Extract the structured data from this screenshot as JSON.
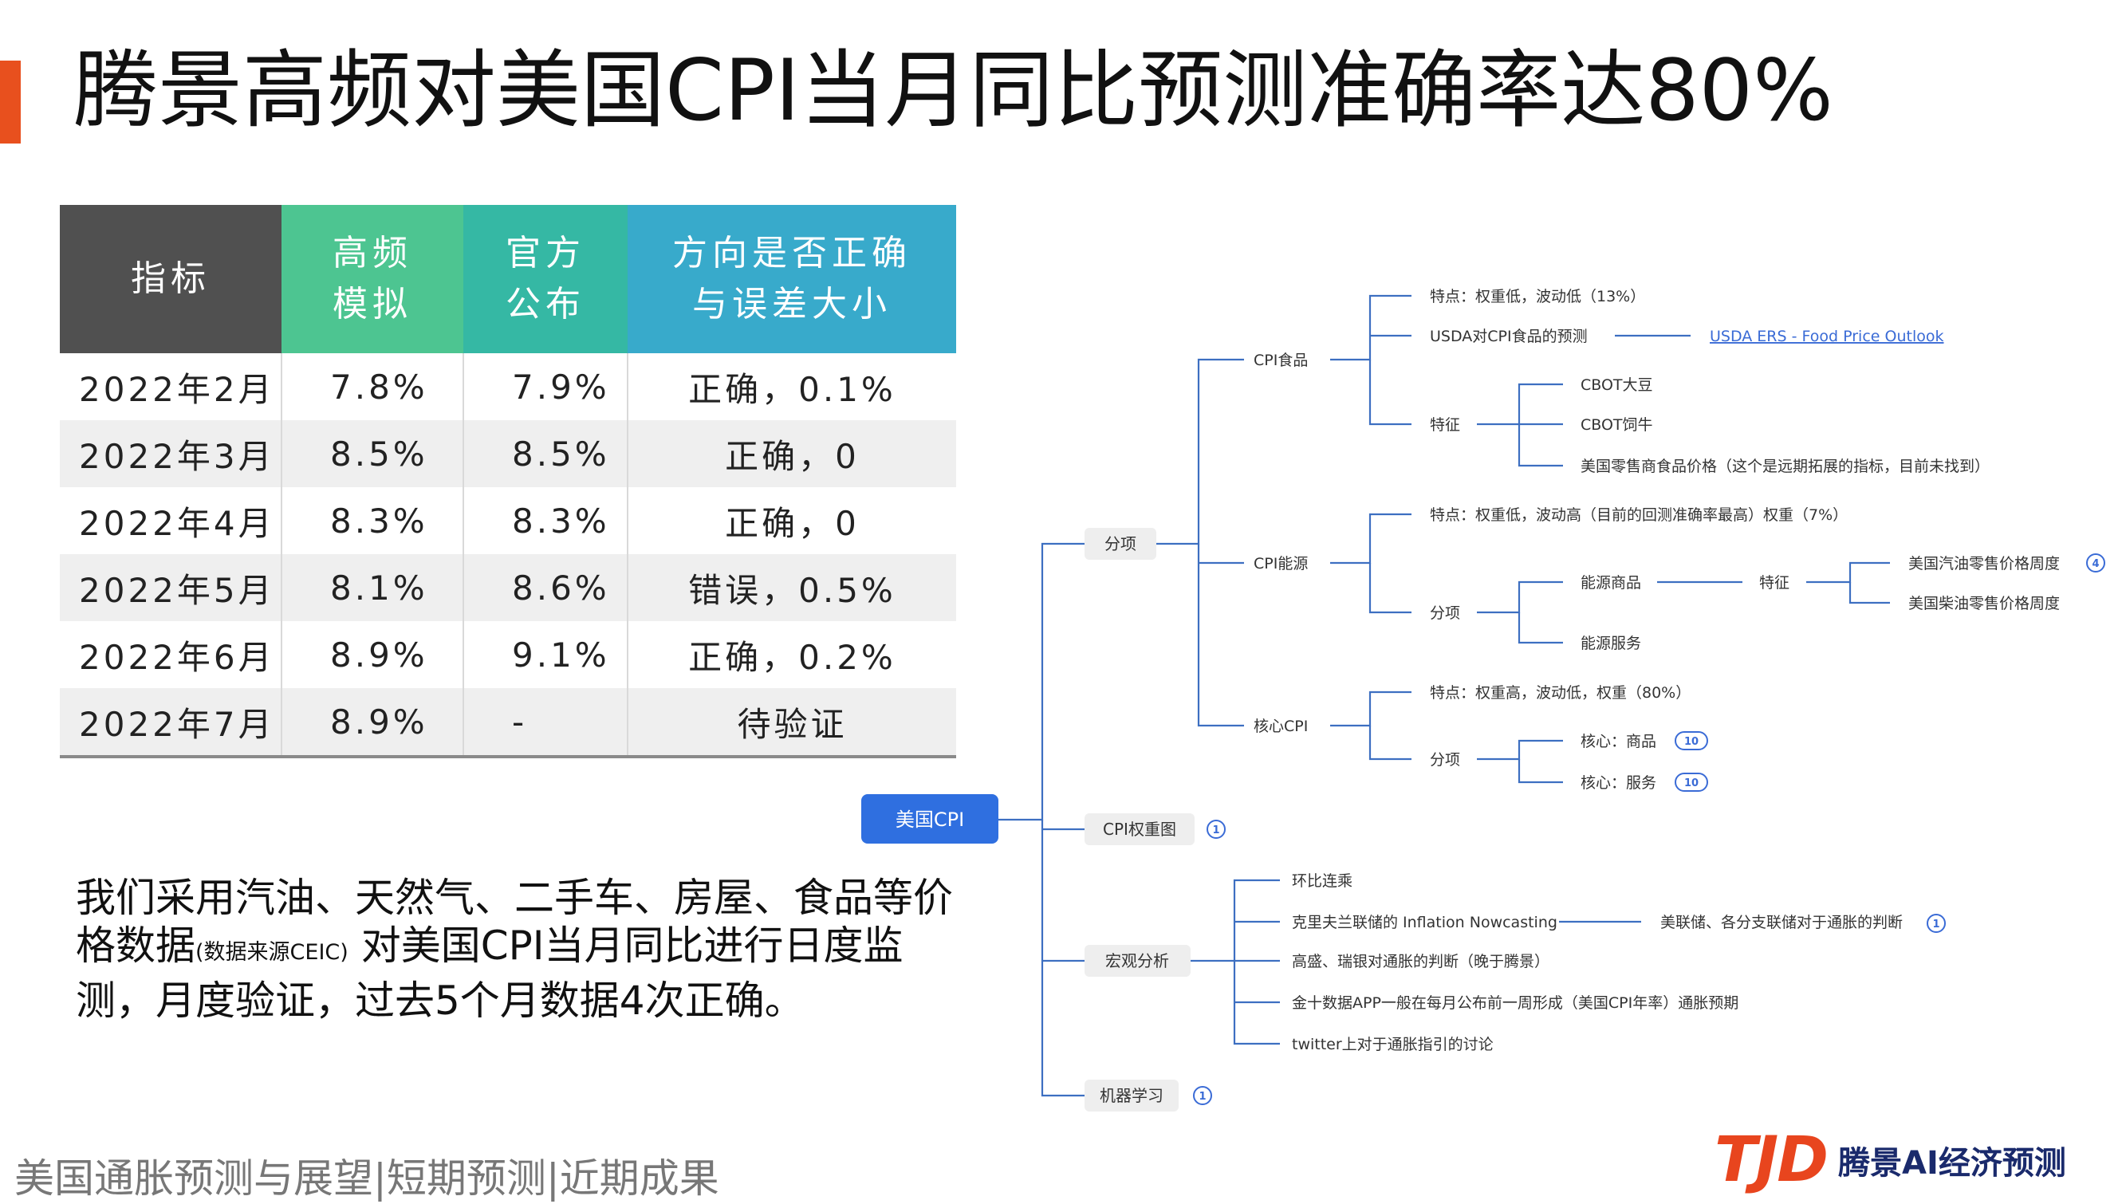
{
  "title": "腾景高频对美国CPI当月同比预测准确率达80%",
  "table": {
    "headers": [
      {
        "line1": "指标",
        "line2": ""
      },
      {
        "line1": "高频",
        "line2": "模拟"
      },
      {
        "line1": "官方",
        "line2": "公布"
      },
      {
        "line1": "方向是否正确",
        "line2": "与误差大小"
      }
    ],
    "rows": [
      [
        "2022年2月",
        "7.8%",
        "7.9%",
        "正确，0.1%"
      ],
      [
        "2022年3月",
        "8.5%",
        "8.5%",
        "正确，0"
      ],
      [
        "2022年4月",
        "8.3%",
        "8.3%",
        "正确，0"
      ],
      [
        "2022年5月",
        "8.1%",
        "8.6%",
        "错误，0.5%"
      ],
      [
        "2022年6月",
        "8.9%",
        "9.1%",
        "正确，0.2%"
      ],
      [
        "2022年7月",
        "8.9%",
        "-",
        "待验证"
      ]
    ]
  },
  "description": {
    "part1": "我们采用汽油、天然气、二手车、房屋、食品等价格数据",
    "source": "(数据来源CEIC)",
    "part2": " 对美国CPI当月同比进行日度监测，月度验证，过去5个月数据4次正确。"
  },
  "mindmap": {
    "root": "美国CPI",
    "branch_fenxiang": "分项",
    "food": {
      "label": "CPI食品",
      "feature_text": "特点：权重低，波动低（13%）",
      "usda_text": "USDA对CPI食品的预测",
      "usda_link": "USDA ERS - Food Price Outlook",
      "trait": "特征",
      "trait_items": [
        "CBOT大豆",
        "CBOT饲牛",
        "美国零售商食品价格（这个是远期拓展的指标，目前未找到）"
      ]
    },
    "energy": {
      "label": "CPI能源",
      "feature_text": "特点：权重低，波动高（目前的回测准确率最高）权重（7%）",
      "sub": "分项",
      "goods": "能源商品",
      "trait": "特征",
      "trait_items": [
        "美国汽油零售价格周度",
        "美国柴油零售价格周度"
      ],
      "trait_badge": "4",
      "services": "能源服务"
    },
    "core": {
      "label": "核心CPI",
      "feature_text": "特点：权重高，波动低，权重（80%）",
      "sub": "分项",
      "items": [
        "核心：商品",
        "核心：服务"
      ],
      "badges": [
        "10",
        "10"
      ]
    },
    "weights": {
      "label": "CPI权重图",
      "badge": "1"
    },
    "macro": {
      "label": "宏观分析",
      "items": [
        "环比连乘",
        "克里夫兰联储的 Inflation Nowcasting",
        "高盛、瑞银对通胀的判断（晚于腾景）",
        "金十数据APP一般在每月公布前一周形成（美国CPI年率）通胀预期",
        "twitter上对于通胀指引的讨论"
      ],
      "nowcast_note": "美联储、各分支联储对于通胀的判断",
      "nowcast_badge": "1"
    },
    "ml": {
      "label": "机器学习",
      "badge": "1"
    }
  },
  "footer": "美国通胀预测与展望|短期预测|近期成果",
  "logo": {
    "mark": "TJD",
    "text": "腾景AI经济预测"
  },
  "colors": {
    "accent": "#e8501e",
    "header_dark": "#505050",
    "header_green": "#4dc591",
    "header_teal": "#35b8a4",
    "header_blue": "#38aacb",
    "mindmap_line": "#3d6fc1",
    "root_fill": "#2f6fe0"
  }
}
